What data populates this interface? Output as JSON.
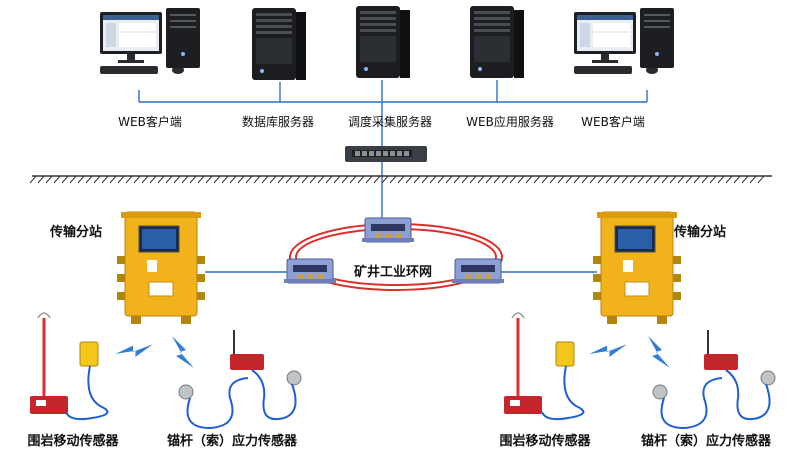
{
  "labels": {
    "web_client_left": "WEB客户端",
    "database_server": "数据库服务器",
    "dispatch_server": "调度采集服务器",
    "web_app_server": "WEB应用服务器",
    "web_client_right": "WEB客户端",
    "station_left": "传输分站",
    "station_right": "传输分站",
    "ring_network": "矿井工业环网",
    "rock_sensor_left": "围岩移动传感器",
    "bolt_sensor_left": "锚杆（索）应力传感器",
    "rock_sensor_right": "围岩移动传感器",
    "bolt_sensor_right": "锚杆（索）应力传感器"
  },
  "colors": {
    "network_line": "#2b6fc7",
    "ring": "#d9302c",
    "station_body": "#f2b21c",
    "wireless": "#2f7fd6",
    "switch_body": "#3a3f45",
    "ground": "#333333"
  },
  "icons": {
    "client": "desktop-computer-icon",
    "server": "tower-server-icon",
    "switch": "network-switch-icon",
    "ring_node": "ring-network-switch-icon",
    "station": "transmission-station-icon",
    "wireless": "wireless-signal-icon"
  }
}
